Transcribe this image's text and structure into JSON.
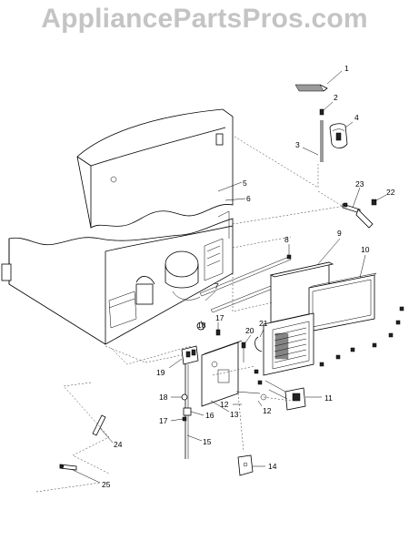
{
  "watermark": "AppliancePartsPros.com",
  "callouts": [
    "1",
    "2",
    "3",
    "4",
    "5",
    "6",
    "7",
    "8",
    "9",
    "10",
    "11",
    "12",
    "12",
    "13",
    "14",
    "15",
    "16",
    "17",
    "17",
    "18",
    "18",
    "19",
    "20",
    "21",
    "22",
    "23",
    "24",
    "25"
  ]
}
